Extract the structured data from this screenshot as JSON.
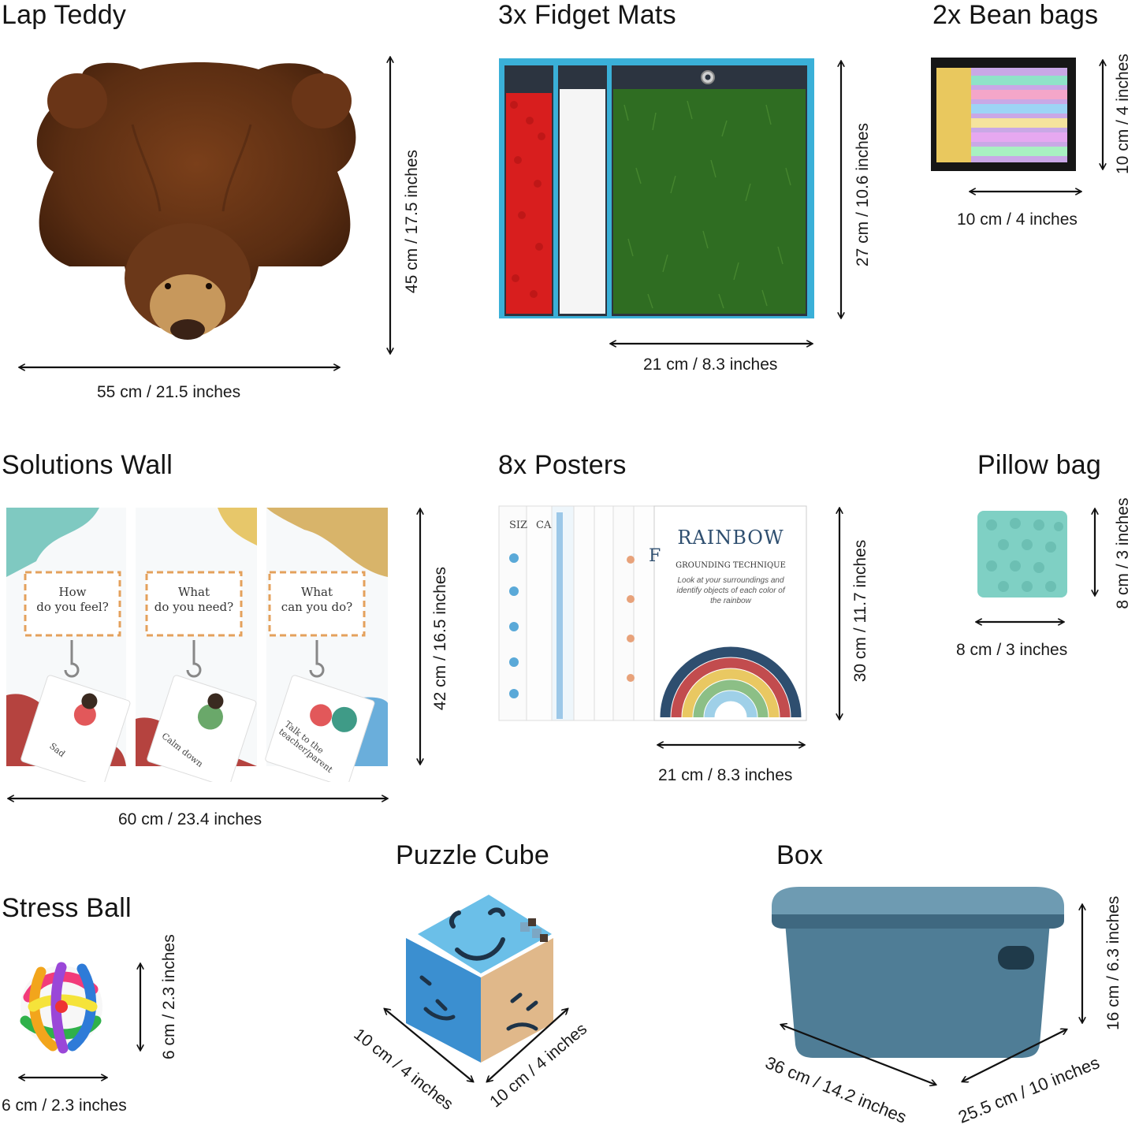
{
  "items": {
    "lap_teddy": {
      "title": "Lap Teddy",
      "width": "55 cm / 21.5 inches",
      "height": "45 cm / 17.5 inches"
    },
    "fidget_mats": {
      "title": "3x Fidget Mats",
      "width": "21 cm / 8.3 inches",
      "height": "27 cm / 10.6 inches"
    },
    "bean_bags": {
      "title": "2x Bean bags",
      "width": "10 cm / 4 inches",
      "height": "10 cm / 4 inches"
    },
    "solutions_wall": {
      "title": "Solutions Wall",
      "width": "60 cm / 23.4 inches",
      "height": "42 cm / 16.5 inches",
      "panels": [
        {
          "q1": "How",
          "q2": "do you feel?",
          "card": "Sad"
        },
        {
          "q1": "What",
          "q2": "do you need?",
          "card": "Calm down"
        },
        {
          "q1": "What",
          "q2": "can you do?",
          "card": "Talk to the teacher/parent"
        }
      ]
    },
    "posters": {
      "title": "8x Posters",
      "width": "21 cm / 8.3 inches",
      "height": "30 cm / 11.7 inches",
      "front_title": "RAINBOW",
      "front_subtitle": "GROUNDING TECHNIQUE",
      "front_text": "Look at your surroundings and identify objects of each color of the rainbow",
      "peek1": "SIZ",
      "peek2": "CA",
      "peek3": "F"
    },
    "pillow_bag": {
      "title": "Pillow bag",
      "width": "8 cm / 3 inches",
      "height": "8 cm / 3 inches"
    },
    "stress_ball": {
      "title": "Stress Ball",
      "width": "6 cm / 2.3 inches",
      "height": "6 cm / 2.3 inches"
    },
    "puzzle_cube": {
      "title": "Puzzle Cube",
      "left": "10 cm / 4 inches",
      "right": "10 cm / 4 inches"
    },
    "box": {
      "title": "Box",
      "length": "36 cm / 14.2 inches",
      "width": "25.5 cm / 10 inches",
      "height": "16 cm / 6.3 inches"
    }
  },
  "colors": {
    "arrow": "#111111",
    "mat_border": "#3ab0d8",
    "grass": "#2f6d22",
    "box": "#4f7d96",
    "pillow": "#7fd0c4",
    "bear": "#5a2d12"
  }
}
